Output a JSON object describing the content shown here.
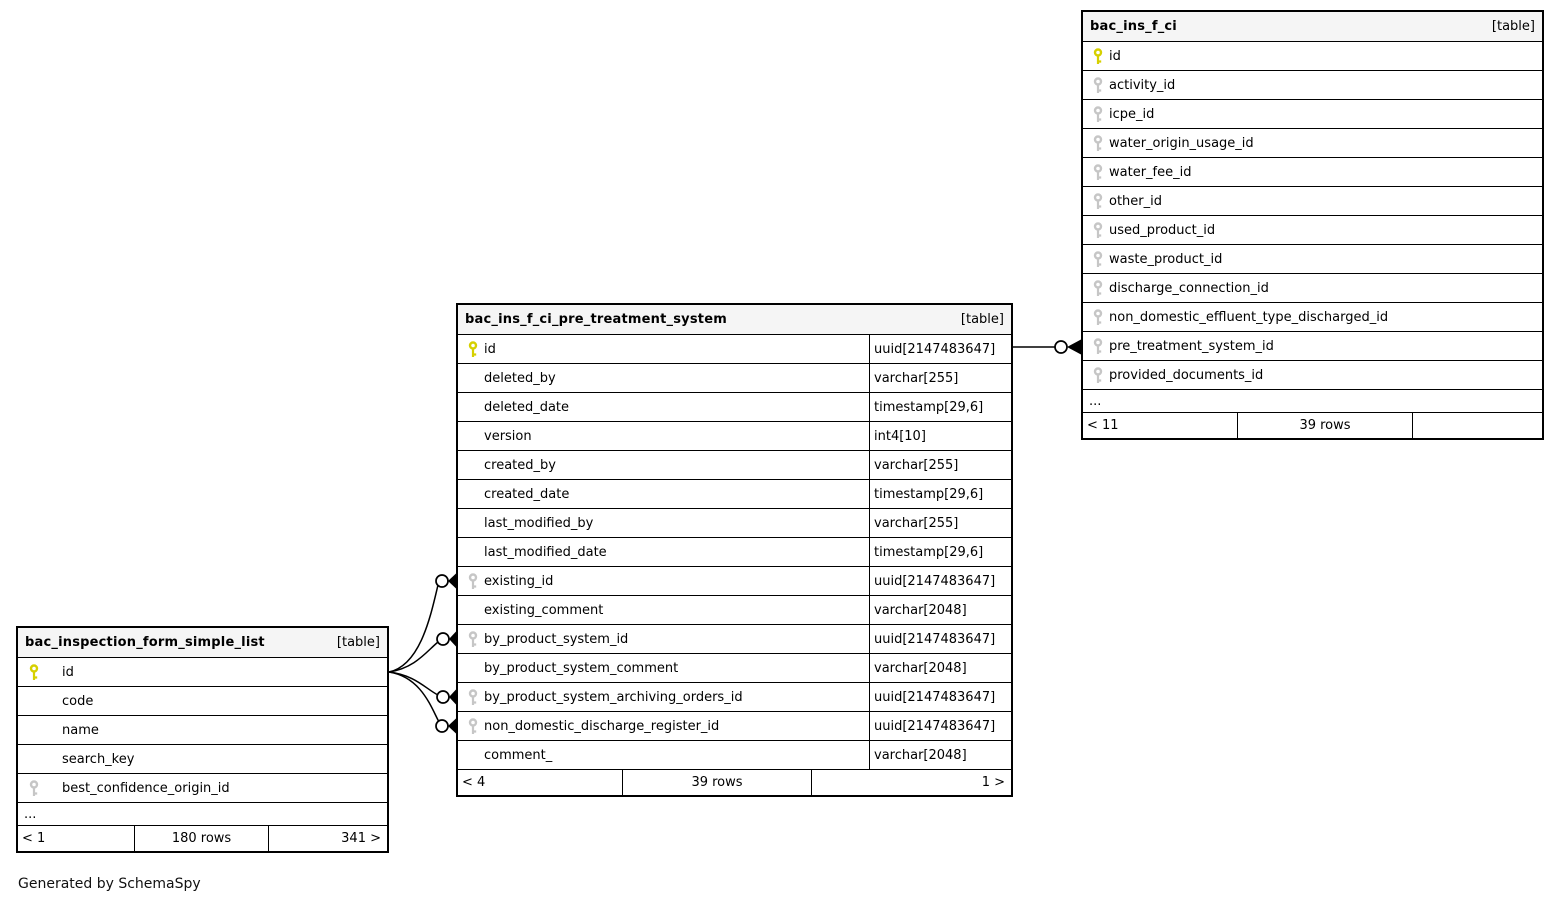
{
  "generated_by": "Generated by SchemaSpy",
  "colors": {
    "primary_key_icon": "#d6d000",
    "foreign_key_icon": "#c6c6c6",
    "header_background": "#f5f5f5",
    "border": "#000000"
  },
  "tables": [
    {
      "title": "bac_ins_f_ci",
      "tag": "[table]",
      "columns": [
        {
          "name": "id",
          "key": "pk"
        },
        {
          "name": "activity_id",
          "key": "fk"
        },
        {
          "name": "icpe_id",
          "key": "fk"
        },
        {
          "name": "water_origin_usage_id",
          "key": "fk"
        },
        {
          "name": "water_fee_id",
          "key": "fk"
        },
        {
          "name": "other_id",
          "key": "fk"
        },
        {
          "name": "used_product_id",
          "key": "fk"
        },
        {
          "name": "waste_product_id",
          "key": "fk"
        },
        {
          "name": "discharge_connection_id",
          "key": "fk"
        },
        {
          "name": "non_domestic_effluent_type_discharged_id",
          "key": "fk"
        },
        {
          "name": "pre_treatment_system_id",
          "key": "fk"
        },
        {
          "name": "provided_documents_id",
          "key": "fk"
        }
      ],
      "ellipsis": "...",
      "footer": {
        "left": "< 11",
        "center": "39 rows",
        "right": ""
      }
    },
    {
      "title": "bac_ins_f_ci_pre_treatment_system",
      "tag": "[table]",
      "columns": [
        {
          "name": "id",
          "type": "uuid[2147483647]",
          "key": "pk"
        },
        {
          "name": "deleted_by",
          "type": "varchar[255]",
          "key": "none"
        },
        {
          "name": "deleted_date",
          "type": "timestamp[29,6]",
          "key": "none"
        },
        {
          "name": "version",
          "type": "int4[10]",
          "key": "none"
        },
        {
          "name": "created_by",
          "type": "varchar[255]",
          "key": "none"
        },
        {
          "name": "created_date",
          "type": "timestamp[29,6]",
          "key": "none"
        },
        {
          "name": "last_modified_by",
          "type": "varchar[255]",
          "key": "none"
        },
        {
          "name": "last_modified_date",
          "type": "timestamp[29,6]",
          "key": "none"
        },
        {
          "name": "existing_id",
          "type": "uuid[2147483647]",
          "key": "fk"
        },
        {
          "name": "existing_comment",
          "type": "varchar[2048]",
          "key": "none"
        },
        {
          "name": "by_product_system_id",
          "type": "uuid[2147483647]",
          "key": "fk"
        },
        {
          "name": "by_product_system_comment",
          "type": "varchar[2048]",
          "key": "none"
        },
        {
          "name": "by_product_system_archiving_orders_id",
          "type": "uuid[2147483647]",
          "key": "fk"
        },
        {
          "name": "non_domestic_discharge_register_id",
          "type": "uuid[2147483647]",
          "key": "fk"
        },
        {
          "name": "comment_",
          "type": "varchar[2048]",
          "key": "none"
        }
      ],
      "footer": {
        "left": "< 4",
        "center": "39 rows",
        "right": "1 >"
      }
    },
    {
      "title": "bac_inspection_form_simple_list",
      "tag": "[table]",
      "columns": [
        {
          "name": "id",
          "key": "pk"
        },
        {
          "name": "code",
          "key": "none"
        },
        {
          "name": "name",
          "key": "none"
        },
        {
          "name": "search_key",
          "key": "none"
        },
        {
          "name": "best_confidence_origin_id",
          "key": "fk"
        }
      ],
      "ellipsis": "...",
      "footer": {
        "left": "< 1",
        "center": "180 rows",
        "right": "341 >"
      }
    }
  ]
}
